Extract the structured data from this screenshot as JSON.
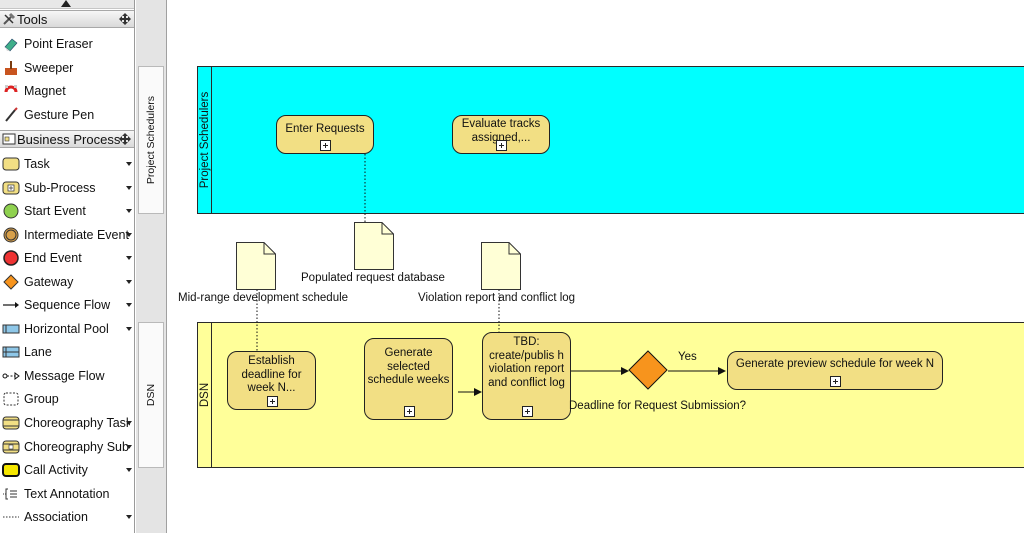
{
  "palette": {
    "tools": {
      "title": "Tools",
      "items": [
        {
          "label": "Point Eraser",
          "icon": "eraser-icon"
        },
        {
          "label": "Sweeper",
          "icon": "sweeper-icon"
        },
        {
          "label": "Magnet",
          "icon": "magnet-icon"
        },
        {
          "label": "Gesture Pen",
          "icon": "pen-icon"
        }
      ]
    },
    "business_process": {
      "title": "Business Process",
      "items": [
        {
          "label": "Task",
          "icon": "task-icon"
        },
        {
          "label": "Sub-Process",
          "icon": "subprocess-icon"
        },
        {
          "label": "Start Event",
          "icon": "start-event-icon"
        },
        {
          "label": "Intermediate Event",
          "icon": "intermediate-event-icon"
        },
        {
          "label": "End Event",
          "icon": "end-event-icon"
        },
        {
          "label": "Gateway",
          "icon": "gateway-icon"
        },
        {
          "label": "Sequence Flow",
          "icon": "sequence-flow-icon"
        },
        {
          "label": "Horizontal Pool",
          "icon": "horizontal-pool-icon"
        },
        {
          "label": "Lane",
          "icon": "lane-icon"
        },
        {
          "label": "Message Flow",
          "icon": "message-flow-icon"
        },
        {
          "label": "Group",
          "icon": "group-icon"
        },
        {
          "label": "Choreography Task",
          "icon": "choreography-task-icon"
        },
        {
          "label": "Choreography Sub-Process",
          "icon": "choreography-subprocess-icon"
        },
        {
          "label": "Call Activity",
          "icon": "call-activity-icon"
        },
        {
          "label": "Text Annotation",
          "icon": "text-annotation-icon"
        },
        {
          "label": "Association",
          "icon": "association-icon"
        }
      ]
    }
  },
  "lane_headers": {
    "project_schedulers": "Project Schedulers",
    "dsn": "DSN"
  },
  "diagram": {
    "pools": {
      "project_schedulers": {
        "name": "Project Schedulers",
        "color": "#00ffff"
      },
      "dsn": {
        "name": "DSN",
        "color": "#ffff99"
      }
    },
    "tasks": {
      "enter_requests": "Enter Requests",
      "evaluate_tracks": "Evaluate tracks assigned,...",
      "establish_deadline": "Establish deadline for week N...",
      "generate_selected": "Generate selected schedule weeks",
      "tbd_violation": "TBD: create/publis h violation report and conflict log",
      "generate_preview": "Generate preview schedule for week N"
    },
    "documents": {
      "populated_db": "Populated request database",
      "mid_range": "Mid-range development schedule",
      "violation_report": "Violation report and conflict log"
    },
    "gateway": {
      "label": "Deadline for Request Submission?",
      "yes_label": "Yes",
      "color": "#f7941d"
    },
    "task_color": "#f2df84"
  }
}
